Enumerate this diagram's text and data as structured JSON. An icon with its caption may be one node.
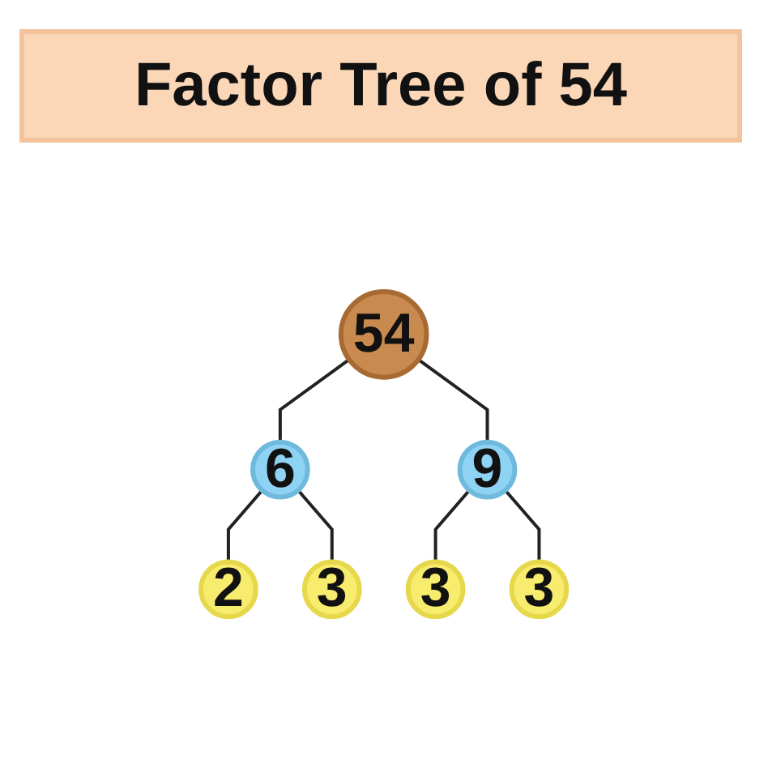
{
  "diagram": {
    "title": "Factor Tree of 54",
    "nodes": [
      {
        "text": [
          "54"
        ]
      },
      {
        "text": [
          "6"
        ]
      },
      {
        "text": [
          "9"
        ]
      },
      {
        "text": [
          "2"
        ]
      },
      {
        "text": [
          "3"
        ]
      },
      {
        "text": [
          "3"
        ]
      },
      {
        "text": [
          "3"
        ]
      }
    ],
    "edges": [
      {
        "from": 0,
        "to": 1,
        "arrow": "none"
      },
      {
        "from": 0,
        "to": 2,
        "arrow": "none"
      },
      {
        "from": 1,
        "to": 3,
        "arrow": "none"
      },
      {
        "from": 1,
        "to": 4,
        "arrow": "none"
      },
      {
        "from": 2,
        "to": 5,
        "arrow": "none"
      },
      {
        "from": 2,
        "to": 6,
        "arrow": "none"
      }
    ]
  }
}
